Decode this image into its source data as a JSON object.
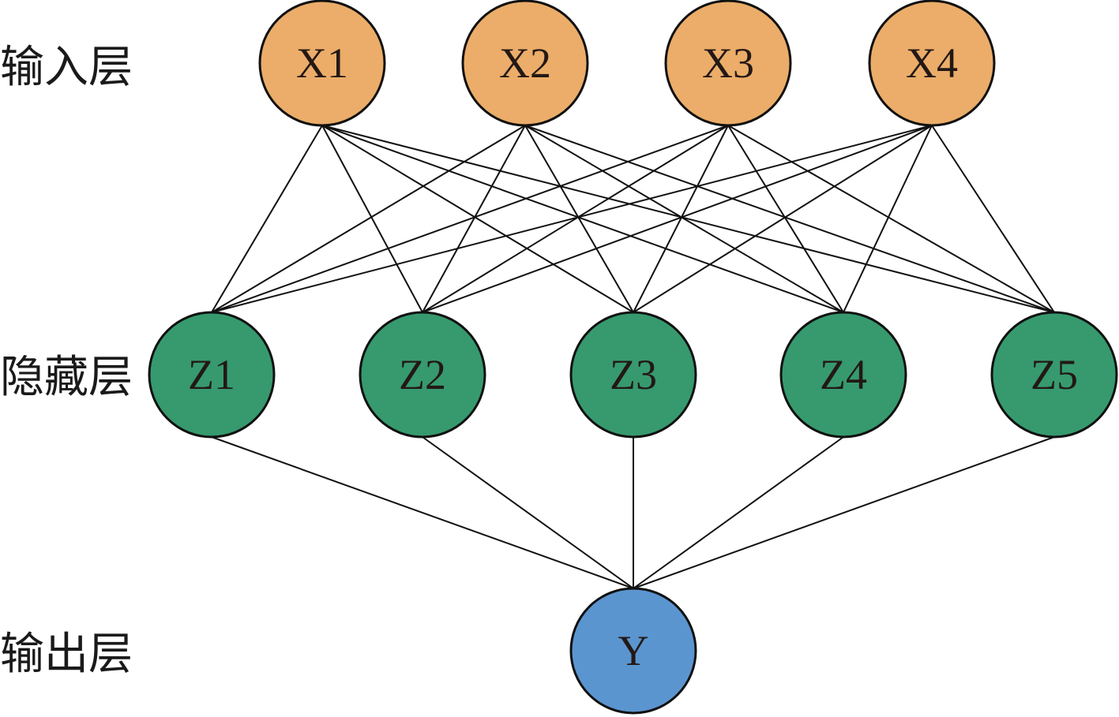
{
  "title": "Neural network structure",
  "layers": [
    {
      "id": "input",
      "label": "输入层",
      "color": "#EBAD69",
      "nodes": [
        "X1",
        "X2",
        "X3",
        "X4"
      ]
    },
    {
      "id": "hidden",
      "label": "隐藏层",
      "color": "#369A6E",
      "nodes": [
        "Z1",
        "Z2",
        "Z3",
        "Z4",
        "Z5"
      ]
    },
    {
      "id": "output",
      "label": "输出层",
      "color": "#5B95D0",
      "nodes": [
        "Y"
      ]
    }
  ],
  "connectivity": "fully-connected between adjacent layers",
  "edge_color": "#111111",
  "node_outline_color": "#111111"
}
